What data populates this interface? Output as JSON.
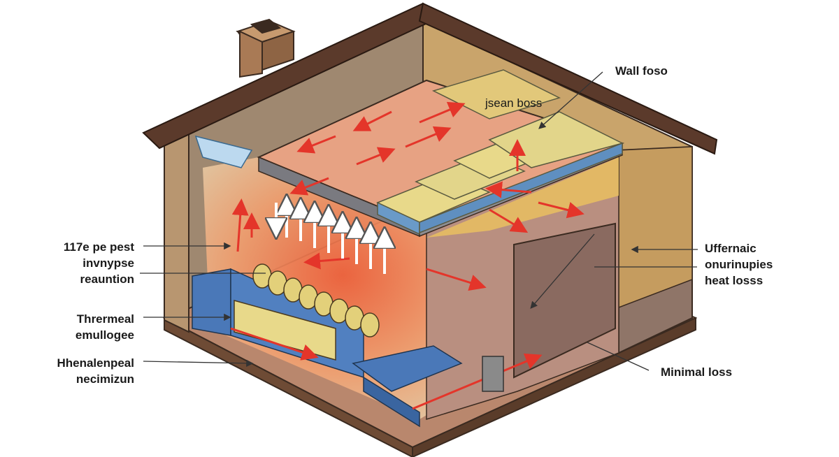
{
  "labels": {
    "wall_foso": "Wall foso",
    "jsean_boss": "jsean boss",
    "left_top": [
      "117e pe pest",
      "invnypse",
      "reauntion"
    ],
    "thermal": [
      "Thrermeal",
      "emullogee"
    ],
    "hhenal": [
      "Hhenalenpeal",
      "necimizun"
    ],
    "right": [
      "Uffernaic",
      "onurinupies",
      "heat losss"
    ],
    "minimal": "Minimal loss"
  },
  "colors": {
    "roof": "#5b3a2b",
    "wall": "#c8a46c",
    "heat": "#e4452e",
    "insulation": "#e9d27a",
    "blue": "#4a78b8"
  }
}
